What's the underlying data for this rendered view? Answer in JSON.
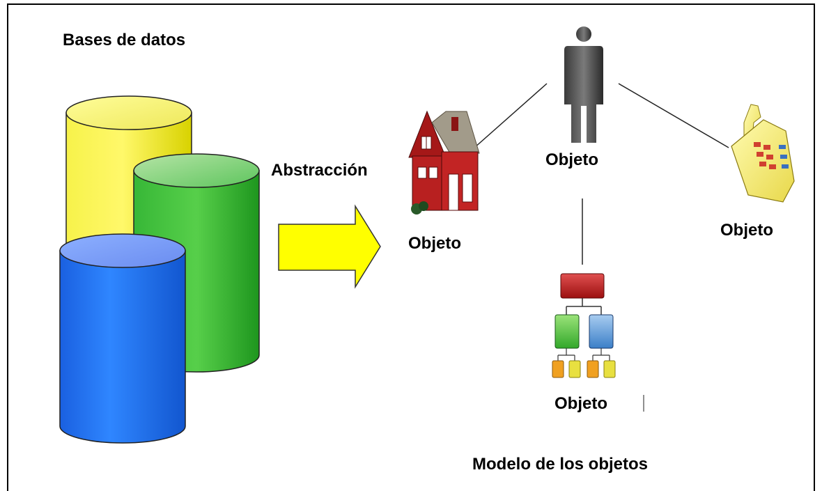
{
  "title": "Bases de datos",
  "arrow_label": "Abstracción",
  "objects": {
    "house": {
      "label": "Objeto",
      "icon": "house-icon"
    },
    "person": {
      "label": "Objeto",
      "icon": "person-icon"
    },
    "phone": {
      "label": "Objeto",
      "icon": "phone-icon"
    },
    "hierarchy": {
      "label": "Objeto",
      "icon": "hierarchy-icon"
    }
  },
  "footer": "Modelo de los objetos",
  "colors": {
    "yellow_cylinder": "#e6e600",
    "green_cylinder": "#2db02d",
    "blue_cylinder": "#1f6fe6",
    "arrow_fill": "#ffff00",
    "house_red": "#b01e1e"
  }
}
